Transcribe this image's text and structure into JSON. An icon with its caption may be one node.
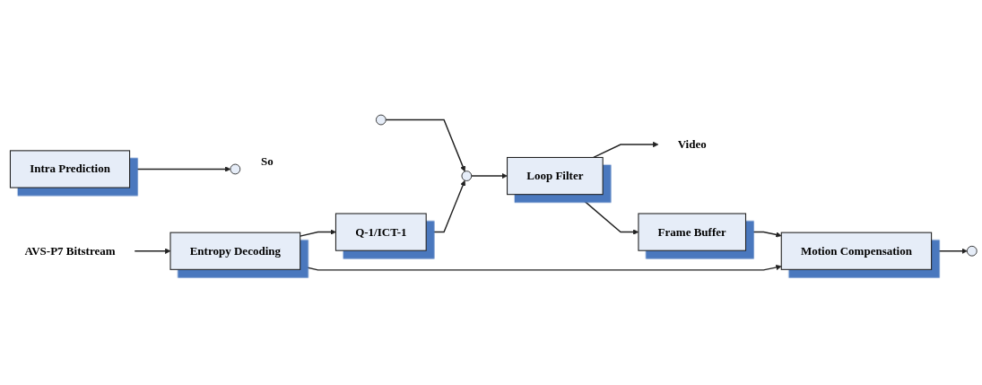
{
  "diagram": {
    "nodes": [
      {
        "text": [
          "AVS-P7 Bitstream"
        ]
      },
      {
        "text": [
          "Entropy Decoding"
        ]
      },
      {
        "text": [
          "Q-1/ICT-1"
        ]
      },
      {
        "text": [
          "Intra Prediction"
        ]
      },
      {
        "text": [],
        "shape": "circle"
      },
      {
        "text": [
          "Loop Filter"
        ]
      },
      {
        "text": [
          "Video"
        ]
      },
      {
        "text": [],
        "shape": "circle",
        "beside": [
          "So"
        ]
      },
      {
        "text": [],
        "shape": "circle"
      },
      {
        "text": [],
        "shape": "circle"
      },
      {
        "text": [
          "Motion Compensation"
        ]
      },
      {
        "text": [
          "Frame Buffer"
        ]
      }
    ],
    "edges": [
      {
        "from": 0,
        "to": 1,
        "arrow": "to"
      },
      {
        "from": 1,
        "to": 2,
        "arrow": "to"
      },
      {
        "from": 2,
        "to": 4,
        "arrow": "to"
      },
      {
        "from": 3,
        "to": 7,
        "arrow": "to"
      },
      {
        "from": 4,
        "to": 5,
        "arrow": "to"
      },
      {
        "from": 5,
        "to": 6,
        "arrow": "to"
      },
      {
        "from": 1,
        "to": 10,
        "arrow": "to"
      },
      {
        "from": 10,
        "to": 9,
        "arrow": "to"
      },
      {
        "from": 8,
        "to": 4,
        "arrow": "to"
      },
      {
        "from": 5,
        "to": 11,
        "arrow": "to"
      },
      {
        "from": 11,
        "to": 10,
        "arrow": "to"
      }
    ]
  }
}
